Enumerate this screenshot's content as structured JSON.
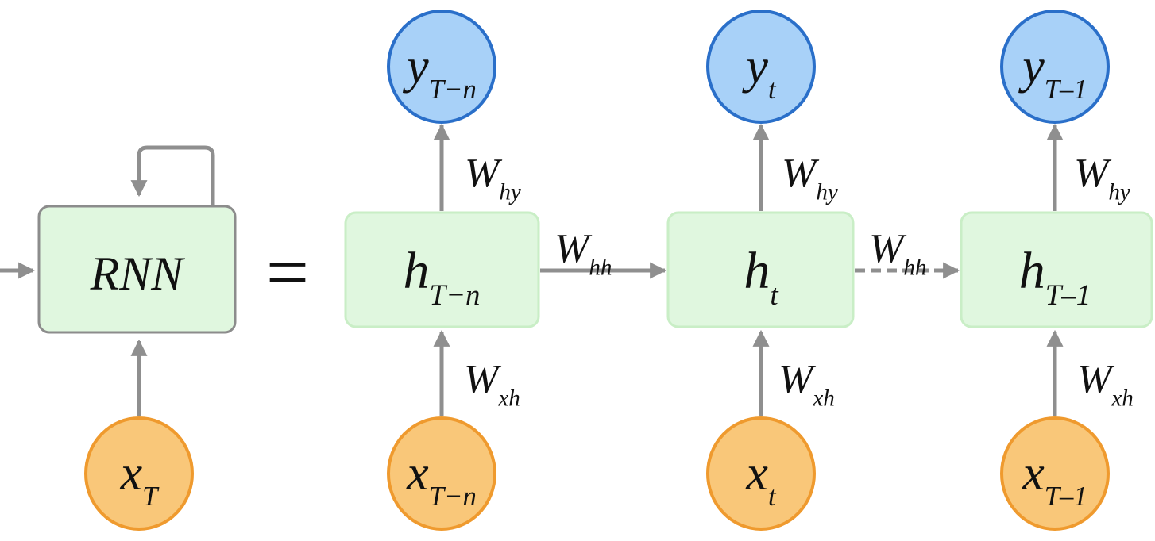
{
  "colors": {
    "cell_fill": "#e0f7df",
    "cell_stroke_folded": "#8c8c8c",
    "cell_stroke_unrolled": "#c9eec6",
    "output_fill": "#a8d1f8",
    "output_stroke": "#2a6fc9",
    "input_fill": "#f9c779",
    "input_stroke": "#ef9a2e",
    "arrow": "#8f8f8f"
  },
  "folded": {
    "cell": {
      "main": "RNN",
      "sub": ""
    },
    "input": {
      "main": "x",
      "sub": "T"
    }
  },
  "equals": "=",
  "steps": [
    {
      "hidden": {
        "main": "h",
        "sub": "T−n"
      },
      "output": {
        "main": "y",
        "sub": "T−n"
      },
      "input": {
        "main": "x",
        "sub": "T−n"
      },
      "w_hy": {
        "main": "W",
        "sub": "hy"
      },
      "w_xh": {
        "main": "W",
        "sub": "xh"
      }
    },
    {
      "hidden": {
        "main": "h",
        "sub": "t"
      },
      "output": {
        "main": "y",
        "sub": "t"
      },
      "input": {
        "main": "x",
        "sub": "t"
      },
      "w_hy": {
        "main": "W",
        "sub": "hy"
      },
      "w_xh": {
        "main": "W",
        "sub": "xh"
      }
    },
    {
      "hidden": {
        "main": "h",
        "sub": "T–1"
      },
      "output": {
        "main": "y",
        "sub": "T–1"
      },
      "input": {
        "main": "x",
        "sub": "T–1"
      },
      "w_hy": {
        "main": "W",
        "sub": "hy"
      },
      "w_xh": {
        "main": "W",
        "sub": "xh"
      }
    }
  ],
  "transitions": [
    {
      "label": {
        "main": "W",
        "sub": "hh"
      },
      "style": "solid"
    },
    {
      "label": {
        "main": "W",
        "sub": "hh"
      },
      "style": "dashed"
    }
  ]
}
